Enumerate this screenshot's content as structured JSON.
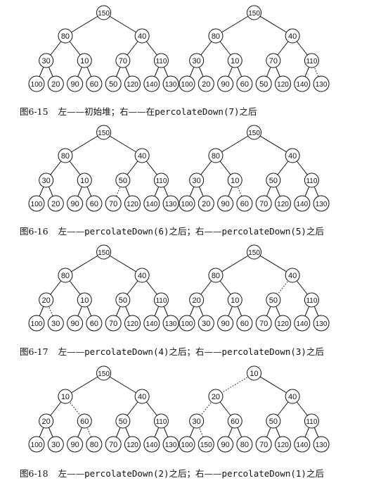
{
  "figures": [
    {
      "caption_label": "图6-15",
      "caption_left": "左——初始堆；右——在",
      "caption_left_code": "percolateDown(7)",
      "caption_left_tail": "之后",
      "trees": [
        {
          "values": [
            150,
            80,
            40,
            30,
            10,
            70,
            110,
            100,
            20,
            90,
            60,
            50,
            120,
            140,
            130
          ],
          "dashed": []
        },
        {
          "values": [
            150,
            80,
            40,
            30,
            10,
            70,
            110,
            100,
            20,
            90,
            60,
            50,
            120,
            140,
            130
          ],
          "dashed": [
            14
          ]
        }
      ]
    },
    {
      "caption_label": "图6-16",
      "caption_left": "左——",
      "caption_left_code": "percolateDown(6)",
      "caption_left_tail": "之后；右——",
      "caption_right_code": "percolateDown(5)",
      "caption_right_tail": "之后",
      "trees": [
        {
          "values": [
            150,
            80,
            40,
            30,
            10,
            50,
            110,
            100,
            20,
            90,
            60,
            70,
            120,
            140,
            130
          ],
          "dashed": [
            11
          ]
        },
        {
          "values": [
            150,
            80,
            40,
            30,
            10,
            50,
            110,
            100,
            20,
            90,
            60,
            70,
            120,
            140,
            130
          ],
          "dashed": [
            10
          ]
        }
      ]
    },
    {
      "caption_label": "图6-17",
      "caption_left": "左——",
      "caption_left_code": "percolateDown(4)",
      "caption_left_tail": "之后；右——",
      "caption_right_code": "percolateDown(3)",
      "caption_right_tail": "之后",
      "trees": [
        {
          "values": [
            150,
            80,
            40,
            20,
            10,
            50,
            110,
            100,
            30,
            90,
            60,
            70,
            120,
            140,
            130
          ],
          "dashed": [
            8
          ]
        },
        {
          "values": [
            150,
            80,
            40,
            20,
            10,
            50,
            110,
            100,
            30,
            90,
            60,
            70,
            120,
            140,
            130
          ],
          "dashed": [
            5
          ]
        }
      ]
    },
    {
      "caption_label": "图6-18",
      "caption_left": "左——",
      "caption_left_code": "percolateDown(2)",
      "caption_left_tail": "之后；右——",
      "caption_right_code": "percolateDown(1)",
      "caption_right_tail": "之后",
      "trees": [
        {
          "values": [
            150,
            10,
            40,
            20,
            60,
            50,
            110,
            100,
            30,
            90,
            80,
            70,
            120,
            140,
            130
          ],
          "dashed": [
            4,
            10
          ]
        },
        {
          "values": [
            10,
            20,
            40,
            30,
            60,
            50,
            110,
            100,
            150,
            90,
            80,
            70,
            120,
            140,
            130
          ],
          "dashed": [
            1,
            3,
            8
          ]
        }
      ]
    }
  ]
}
